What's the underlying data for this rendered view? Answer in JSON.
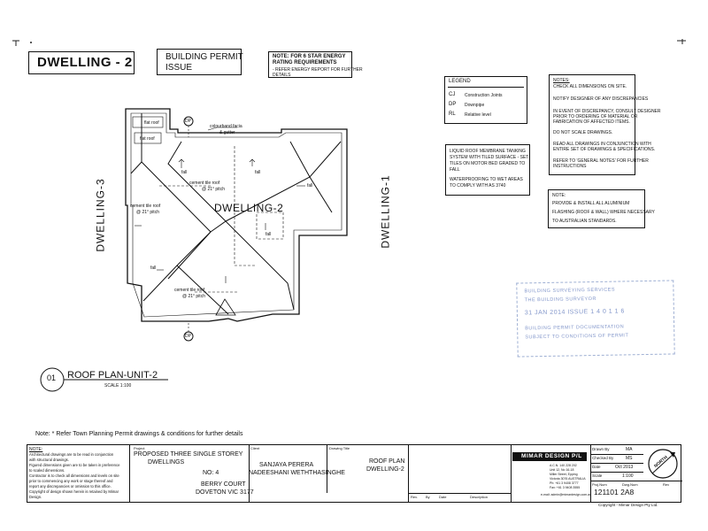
{
  "header": {
    "title": "DWELLING - 2",
    "permit_line1": "BUILDING PERMIT",
    "permit_line2": "ISSUE",
    "energy_line1": "NOTE: FOR 6 STAR ENERGY",
    "energy_line2": "RATING REQUIREMENTS",
    "energy_line3": "- REFER ENERGY REPORT FOR FURTHER",
    "energy_line4": "DETAILS"
  },
  "legend": {
    "title": "LEGEND",
    "items": [
      {
        "code": "CJ",
        "text": "Construction Joints"
      },
      {
        "code": "DP",
        "text": "Downpipe"
      },
      {
        "code": "RL",
        "text": "Relative level"
      }
    ]
  },
  "notes_main": [
    "NOTES:",
    "CHECK ALL DIMENSIONS ON SITE.",
    "NOTIFY DESIGNER OF ANY DISCREPANCIES",
    "IN EVENT OF DISCREPANCY, CONSULT DESIGNER",
    "PRIOR TO ORDERING OF MATERIAL OR",
    "FABRICATION OF AFFECTED ITEMS.",
    "DO NOT SCALE DRAWINGS.",
    "READ ALL DRAWINGS IN CONJUNCTION WITH",
    "ENTIRE SET OF DRAWINGS & SPECIFICATIONS.",
    "REFER TO 'GENERAL NOTES' FOR FURTHER",
    "INSTRUCTIONS"
  ],
  "roof_note": [
    "LIQUID ROOF MEMBRANE TANKING",
    "SYSTEM WITH TILED SURFACE - SET",
    "TILES ON MOTOR BED GRADED TO",
    "FALL",
    "WATERPROOFING TO WET AREAS",
    "TO COMPLY WITH AS 3740"
  ],
  "aluminium_note": [
    "NOTE:",
    "PROVIDE & INSTALL ALL ALUMINIUM",
    "FLASHING (ROOF & WALL) WHERE NECESSARY",
    "TO AUSTRALIAN STANDARDS."
  ],
  "plan": {
    "center_label": "DWELLING-2",
    "left_label": "DWELLING-3",
    "right_label": "DWELLING-1",
    "fascia": "colourband facia",
    "gutter": "& gutter",
    "flat_roof_1": "flat roof",
    "flat_roof_2": "flat roof",
    "cement_1": "cement tile roof",
    "pitch_1": "@ 21° pitch",
    "cement_2": "cement tile roof",
    "pitch_2": "@ 21° pitch",
    "cement_3": "cement tile roof",
    "pitch_3": "@ 21° pitch",
    "fall": "fall",
    "dp": "DP"
  },
  "drawing_title": {
    "number": "01",
    "text": "ROOF PLAN-UNIT-2",
    "scale": "SCALE 1:100"
  },
  "town_note": "Note: * Refer Town Planning Permit drawings & conditions for further details",
  "title_block": {
    "general_note_label": "NOTE:",
    "general_notes": [
      "Architectural drawings are to be read in conjunction",
      "with structural drawings.",
      "Figured dimensions given are to be taken in preference",
      "to scaled dimensions.",
      "Contractor is to check all dimensions and levels on site",
      "prior to commencing any work or stage thereof and",
      "report any discrepancies or omission to this office.",
      "Copyright of design shown herein is retained by Mimar",
      "Design."
    ],
    "project_label": "Project",
    "project_line1": "PROPOSED THREE SINGLE STOREY",
    "project_line2": "DWELLINGS",
    "address_line1": "NO: 4",
    "address_line2": "BERRY COURT",
    "address_line3": "DOVETON VIC 3177",
    "client_label": "Client",
    "client_line1": "SANJAYA PERERA",
    "client_line2": "NADEESHANI WETHTHASINGHE",
    "drawing_title_label": "Drawing Title",
    "drawing_title_line1": "ROOF PLAN",
    "drawing_title_line2": "DWELLING-2",
    "rev_label": "Rev.",
    "by_label": "By",
    "date_label": "Date",
    "description_label": "Description",
    "company": "MIMAR DESIGN P/L",
    "company_address": [
      "A.C.N. 140 228 202",
      "Unit 12, No 16-18",
      "Miller Street, Epping",
      "Victoria 3076 AUSTRALIA",
      "Ph: +61 3 9408 3777",
      "Fax: +61 3 9408 3555",
      "e-mail: admin@mimardesign.com.au"
    ],
    "drawn_by_label": "Drawn By",
    "drawn_by": "MA",
    "checked_by_label": "Checked By",
    "checked_by": "MS",
    "date_field_label": "Date",
    "date": "Oct 2013",
    "scale_label": "Scale",
    "scale": "1:100",
    "proj_num_label": "Proj.Num",
    "dwg_num_label": "Dwg.Num",
    "rev_field_label": "Rev",
    "drawing_number": "121101 2A8",
    "north": "NORTH",
    "copyright": "Copyright - Mimar Design Pty Ltd."
  },
  "stamp": {
    "lines": [
      "BUILDING SURVEYING SERVICES",
      "THE BUILDING SURVEYOR",
      "31 JAN 2014   ISSUE 1 4 0 1 1 6",
      "BUILDING PERMIT DOCUMENTATION",
      "SUBJECT TO CONDITIONS OF PERMIT"
    ]
  }
}
